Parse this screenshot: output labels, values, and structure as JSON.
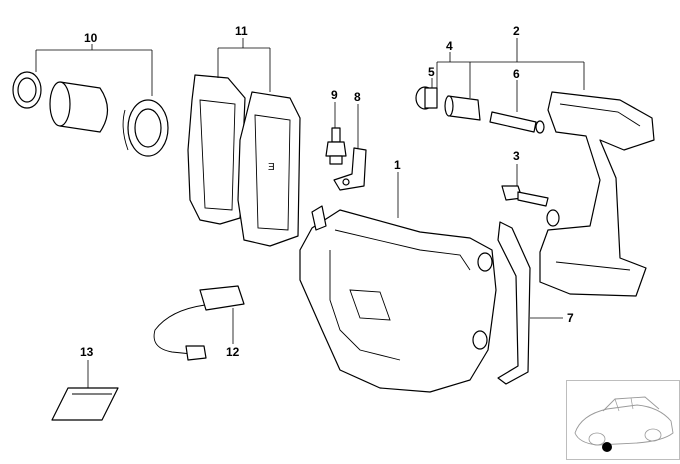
{
  "diagram": {
    "callouts": [
      {
        "id": "p1",
        "label": "1"
      },
      {
        "id": "p2",
        "label": "2"
      },
      {
        "id": "p3",
        "label": "3"
      },
      {
        "id": "p4",
        "label": "4"
      },
      {
        "id": "p5",
        "label": "5"
      },
      {
        "id": "p6",
        "label": "6"
      },
      {
        "id": "p7",
        "label": "7"
      },
      {
        "id": "p8",
        "label": "8"
      },
      {
        "id": "p9",
        "label": "9"
      },
      {
        "id": "p10",
        "label": "10"
      },
      {
        "id": "p11",
        "label": "11"
      },
      {
        "id": "p12",
        "label": "12"
      },
      {
        "id": "p13",
        "label": "13"
      }
    ],
    "line_color": "#000000",
    "background": "#ffffff"
  }
}
